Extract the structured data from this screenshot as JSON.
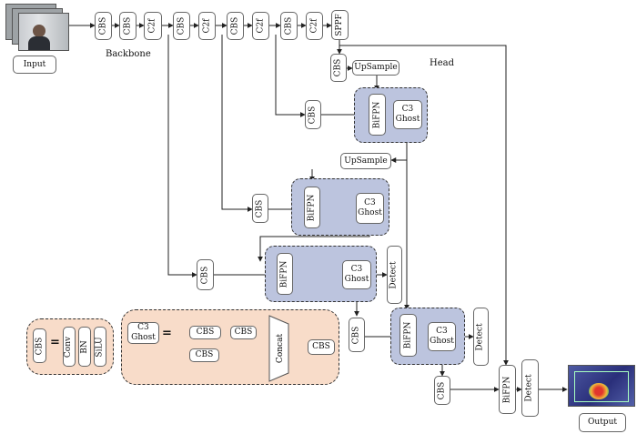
{
  "sections": {
    "backbone": "Backbone",
    "head": "Head"
  },
  "io": {
    "input": "Input",
    "output": "Output"
  },
  "blocks": {
    "cbs": "CBS",
    "c2f": "C2f",
    "sppf": "SPPF",
    "upsample": "UpSample",
    "bifpn": "BiFPN",
    "c3ghost": "C3\nGhost",
    "detect": "Detect",
    "conv": "Conv",
    "bn": "BN",
    "silu": "SiLU",
    "concat": "Concat"
  },
  "legend": {
    "equals": "="
  },
  "colors": {
    "head_panel": "#bcc4de",
    "legend_panel": "#f8dcc9",
    "wire": "#222222"
  }
}
